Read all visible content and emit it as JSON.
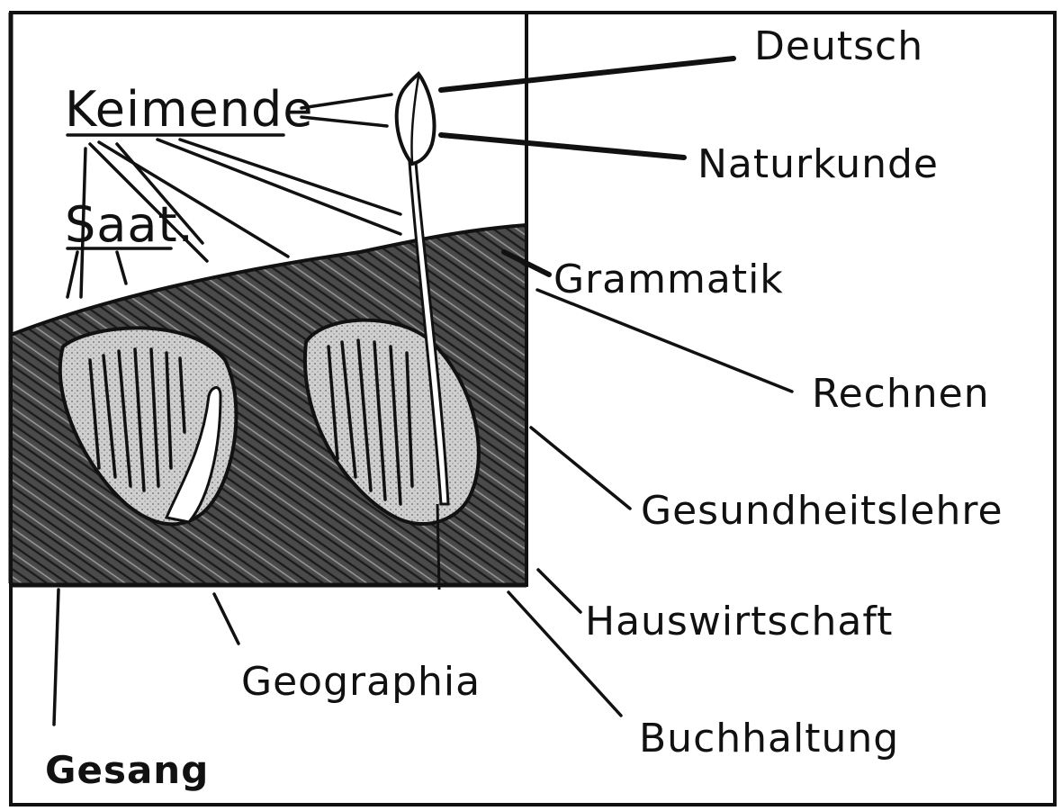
{
  "diagram": {
    "title_line1": "Keimende",
    "title_line2": "Saat.",
    "labels": {
      "deutsch": "Deutsch",
      "naturkunde": "Naturkunde",
      "grammatik": "Grammatik",
      "rechnen": "Rechnen",
      "gesundheitslehre": "Gesundheitslehre",
      "hauswirtschaft": "Hauswirtschaft",
      "buchhaltung": "Buchhaltung",
      "geographia": "Geographia",
      "gesang": "Gesang"
    }
  }
}
